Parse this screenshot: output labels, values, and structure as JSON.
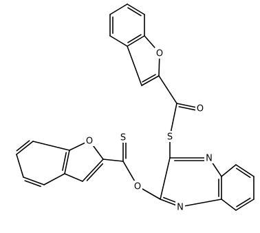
{
  "molecule": {
    "atom_labels": [
      {
        "id": "O1",
        "symbol": "O"
      },
      {
        "id": "O2",
        "symbol": "O"
      },
      {
        "id": "S1",
        "symbol": "S"
      },
      {
        "id": "O3",
        "symbol": "O"
      },
      {
        "id": "S2",
        "symbol": "S"
      },
      {
        "id": "O4",
        "symbol": "O"
      },
      {
        "id": "N1",
        "symbol": "N"
      },
      {
        "id": "N2",
        "symbol": "N"
      }
    ]
  },
  "colors": {
    "bond": "#000000",
    "background": "#ffffff"
  }
}
